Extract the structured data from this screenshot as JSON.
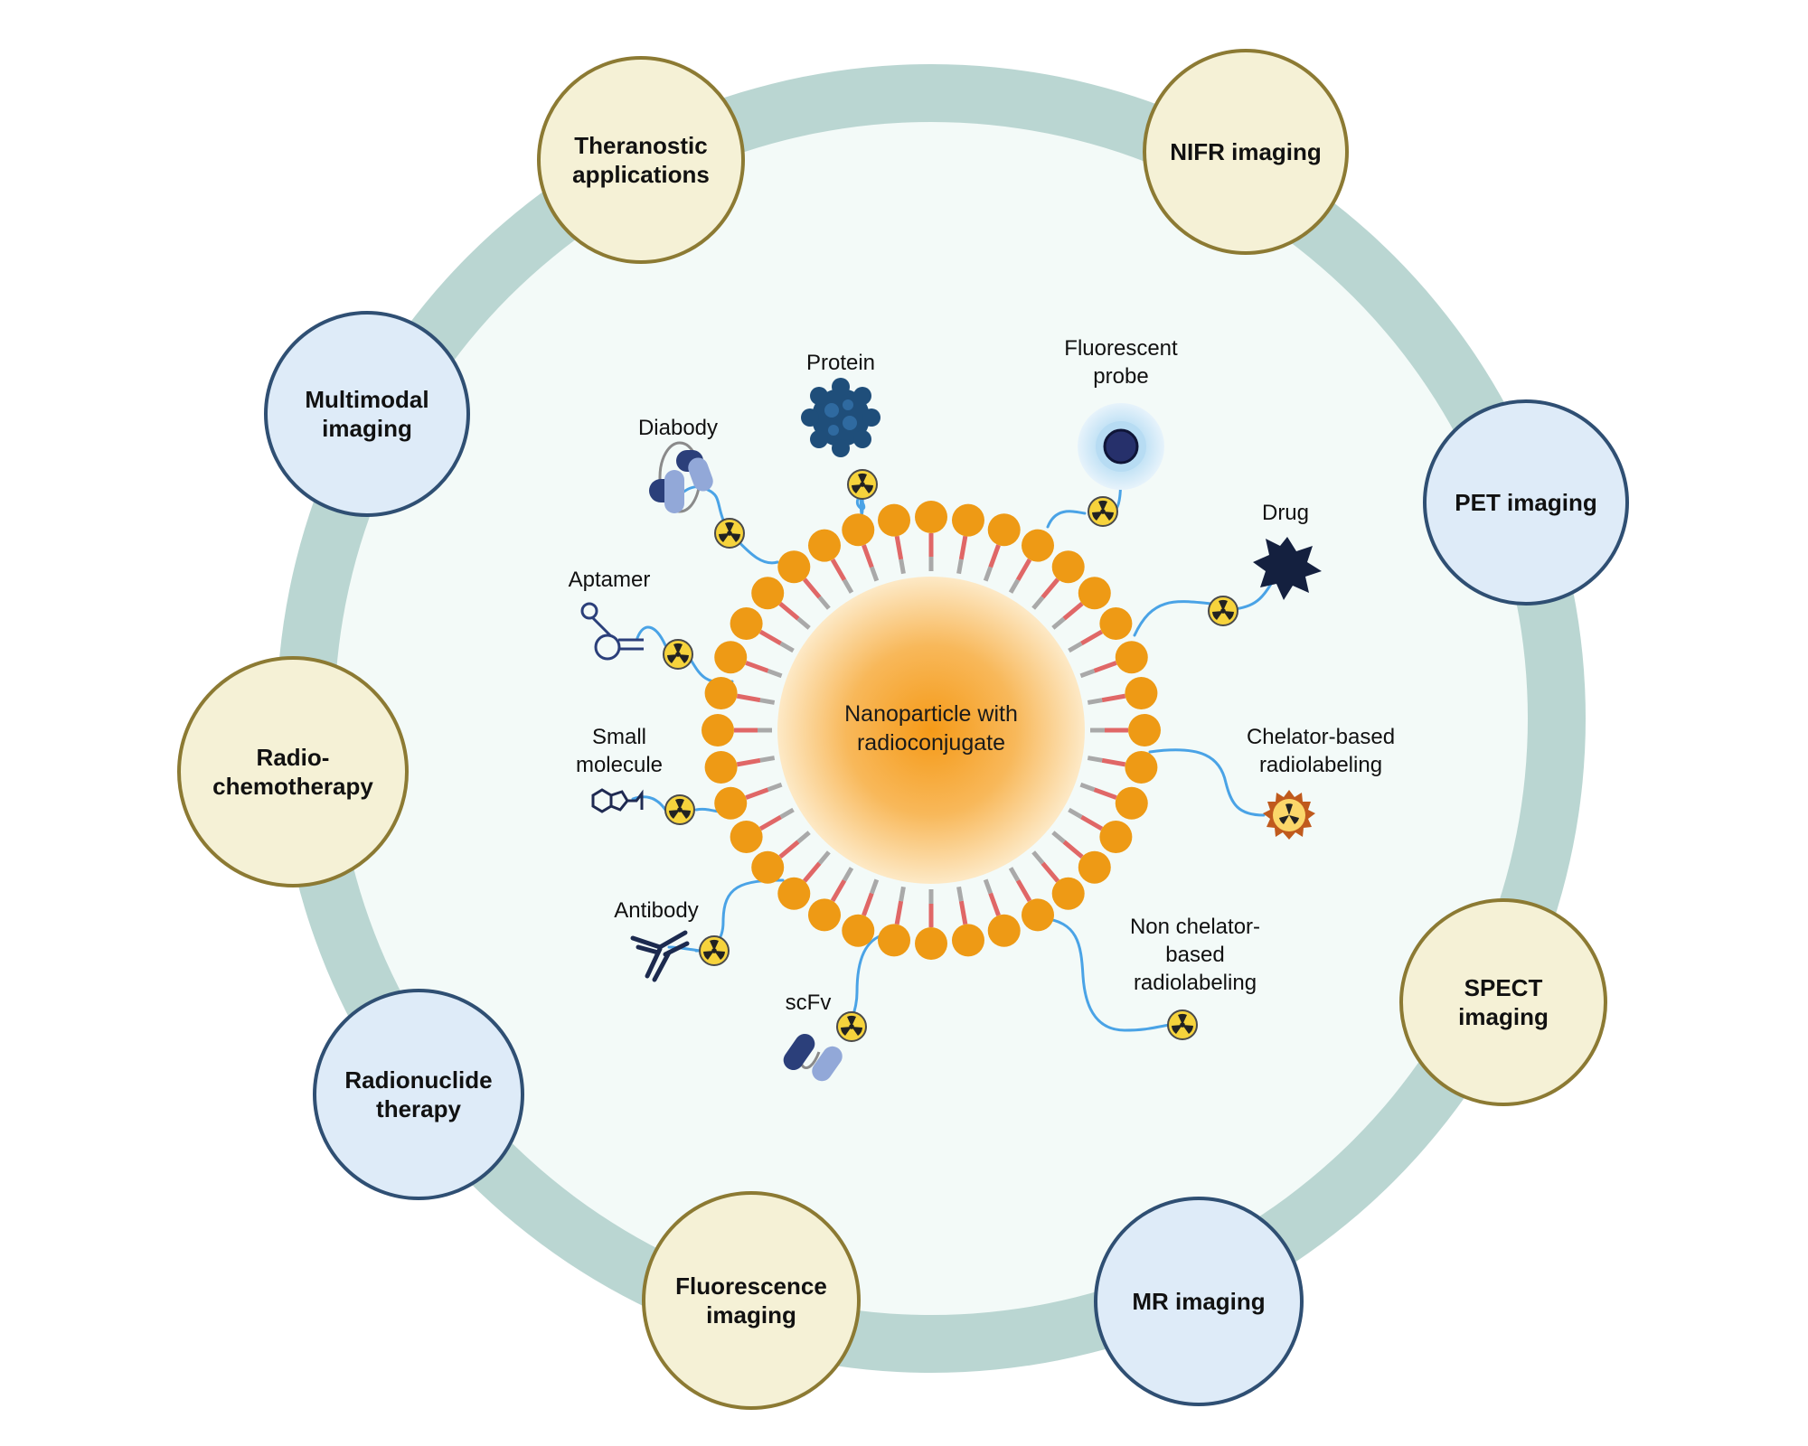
{
  "core": {
    "label": "Nanoparticle with\nradioconjugate"
  },
  "applications": [
    {
      "label": "Theranostic\napplications"
    },
    {
      "label": "NIFR imaging"
    },
    {
      "label": "Multimodal\nimaging"
    },
    {
      "label": "PET imaging"
    },
    {
      "label": "Radio-\nchemotherapy"
    },
    {
      "label": "SPECT\nimaging"
    },
    {
      "label": "Radionuclide\ntherapy"
    },
    {
      "label": "Fluorescence\nimaging"
    },
    {
      "label": "MR imaging"
    }
  ],
  "ligands": [
    {
      "label": "Protein"
    },
    {
      "label": "Fluorescent\nprobe"
    },
    {
      "label": "Diabody"
    },
    {
      "label": "Drug"
    },
    {
      "label": "Aptamer"
    },
    {
      "label": "Chelator-based\nradiolabeling"
    },
    {
      "label": "Small\nmolecule"
    },
    {
      "label": "Antibody"
    },
    {
      "label": "Non chelator-\nbased\nradiolabeling"
    },
    {
      "label": "scFv"
    }
  ],
  "colors": {
    "ring": "#bad6d2",
    "inner": "#f3faf8",
    "lipid_head": "#ee9a15",
    "linker": "#4aa3e6",
    "yellow_fill": "#f5f1d6",
    "yellow_border": "#8c7a33",
    "blue_fill": "#deebf8",
    "blue_border": "#2f4f73"
  },
  "icons": [
    "radioactive-icon",
    "protein-icon",
    "fluorescent-probe-icon",
    "diabody-icon",
    "drug-icon",
    "aptamer-icon",
    "chelator-icon",
    "small-molecule-icon",
    "antibody-icon",
    "scfv-icon"
  ]
}
